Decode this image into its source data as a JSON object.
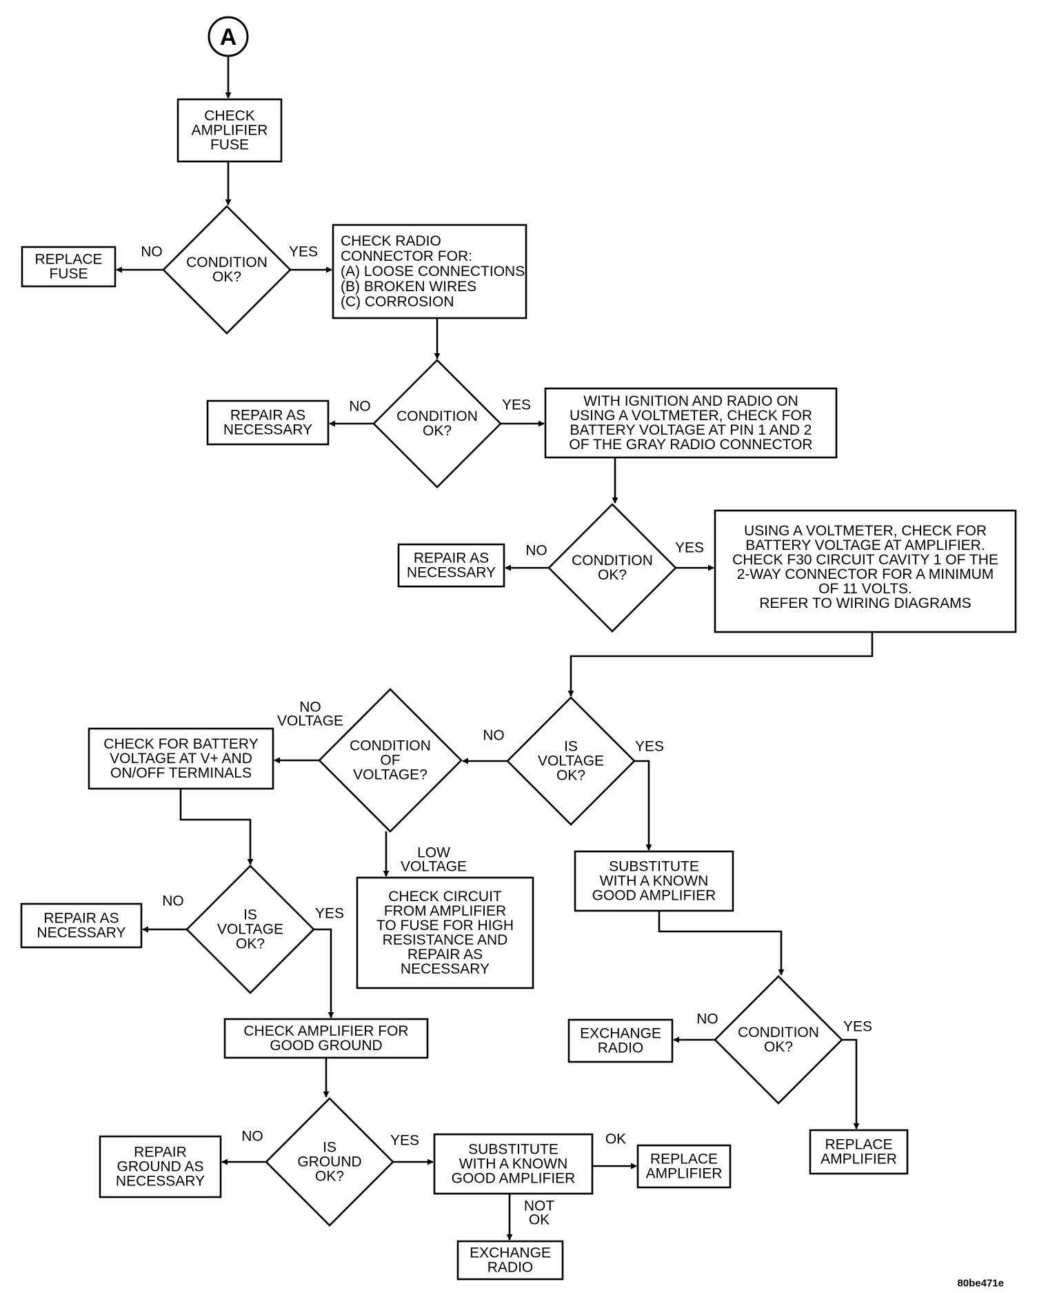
{
  "connector": "A",
  "figure_id": "80be471e",
  "nodes": {
    "check_amp_fuse": [
      "CHECK",
      "AMPLIFIER",
      "FUSE"
    ],
    "cond1": [
      "CONDITION",
      "OK?"
    ],
    "replace_fuse": [
      "REPLACE",
      "FUSE"
    ],
    "check_radio_conn": [
      "CHECK RADIO",
      "CONNECTOR FOR:",
      "(A) LOOSE CONNECTIONS",
      "(B) BROKEN WIRES",
      "(C) CORROSION"
    ],
    "cond2": [
      "CONDITION",
      "OK?"
    ],
    "repair2": [
      "REPAIR AS",
      "NECESSARY"
    ],
    "check_batt_pins": [
      "WITH IGNITION AND RADIO ON",
      "USING A VOLTMETER, CHECK FOR",
      "BATTERY VOLTAGE AT PIN 1 AND 2",
      "OF THE GRAY RADIO CONNECTOR"
    ],
    "cond3": [
      "CONDITION",
      "OK?"
    ],
    "repair3": [
      "REPAIR AS",
      "NECESSARY"
    ],
    "check_f30": [
      "USING A VOLTMETER, CHECK FOR",
      "BATTERY VOLTAGE AT AMPLIFIER.",
      "CHECK F30 CIRCUIT CAVITY 1 OF THE",
      "2-WAY CONNECTOR FOR A MINIMUM",
      "OF 11 VOLTS.",
      "REFER TO    WIRING DIAGRAMS"
    ],
    "is_voltage_ok": [
      "IS",
      "VOLTAGE",
      "OK?"
    ],
    "cond_of_voltage": [
      "CONDITION",
      "OF",
      "VOLTAGE?"
    ],
    "check_v_plus": [
      "CHECK FOR BATTERY",
      "VOLTAGE AT V+ AND",
      "ON/OFF TERMINALS"
    ],
    "check_circuit": [
      "CHECK CIRCUIT",
      "FROM AMPLIFIER",
      "TO FUSE FOR HIGH",
      "RESISTANCE AND",
      "REPAIR AS",
      "NECESSARY"
    ],
    "is_voltage_ok2": [
      "IS",
      "VOLTAGE",
      "OK?"
    ],
    "repair4": [
      "REPAIR AS",
      "NECESSARY"
    ],
    "check_ground": [
      "CHECK AMPLIFIER FOR",
      "GOOD GROUND"
    ],
    "is_ground_ok": [
      "IS",
      "GROUND",
      "OK?"
    ],
    "repair_ground": [
      "REPAIR",
      "GROUND AS",
      "NECESSARY"
    ],
    "substitute_bottom": [
      "SUBSTITUTE",
      "WITH A KNOWN",
      "GOOD AMPLIFIER"
    ],
    "replace_amp_bottom": [
      "REPLACE",
      "AMPLIFIER"
    ],
    "exchange_radio_bottom": [
      "EXCHANGE",
      "RADIO"
    ],
    "substitute_right": [
      "SUBSTITUTE",
      "WITH A KNOWN",
      "GOOD AMPLIFIER"
    ],
    "cond_right": [
      "CONDITION",
      "OK?"
    ],
    "exchange_radio_right": [
      "EXCHANGE",
      "RADIO"
    ],
    "replace_amp_right": [
      "REPLACE",
      "AMPLIFIER"
    ]
  },
  "edge_labels": {
    "cond1_no": [
      "NO"
    ],
    "cond1_yes": [
      "YES"
    ],
    "cond2_no": [
      "NO"
    ],
    "cond2_yes": [
      "YES"
    ],
    "cond3_no": [
      "NO"
    ],
    "cond3_yes": [
      "YES"
    ],
    "isvolt_no": [
      "NO"
    ],
    "isvolt_yes": [
      "YES"
    ],
    "condvolt_none": [
      "NO",
      "VOLTAGE"
    ],
    "condvolt_low": [
      "LOW",
      "VOLTAGE"
    ],
    "isvolt2_no": [
      "NO"
    ],
    "isvolt2_yes": [
      "YES"
    ],
    "isground_no": [
      "NO"
    ],
    "isground_yes": [
      "YES"
    ],
    "sub_ok": [
      "OK"
    ],
    "sub_notok": [
      "NOT",
      "OK"
    ],
    "condright_no": [
      "NO"
    ],
    "condright_yes": [
      "YES"
    ]
  }
}
